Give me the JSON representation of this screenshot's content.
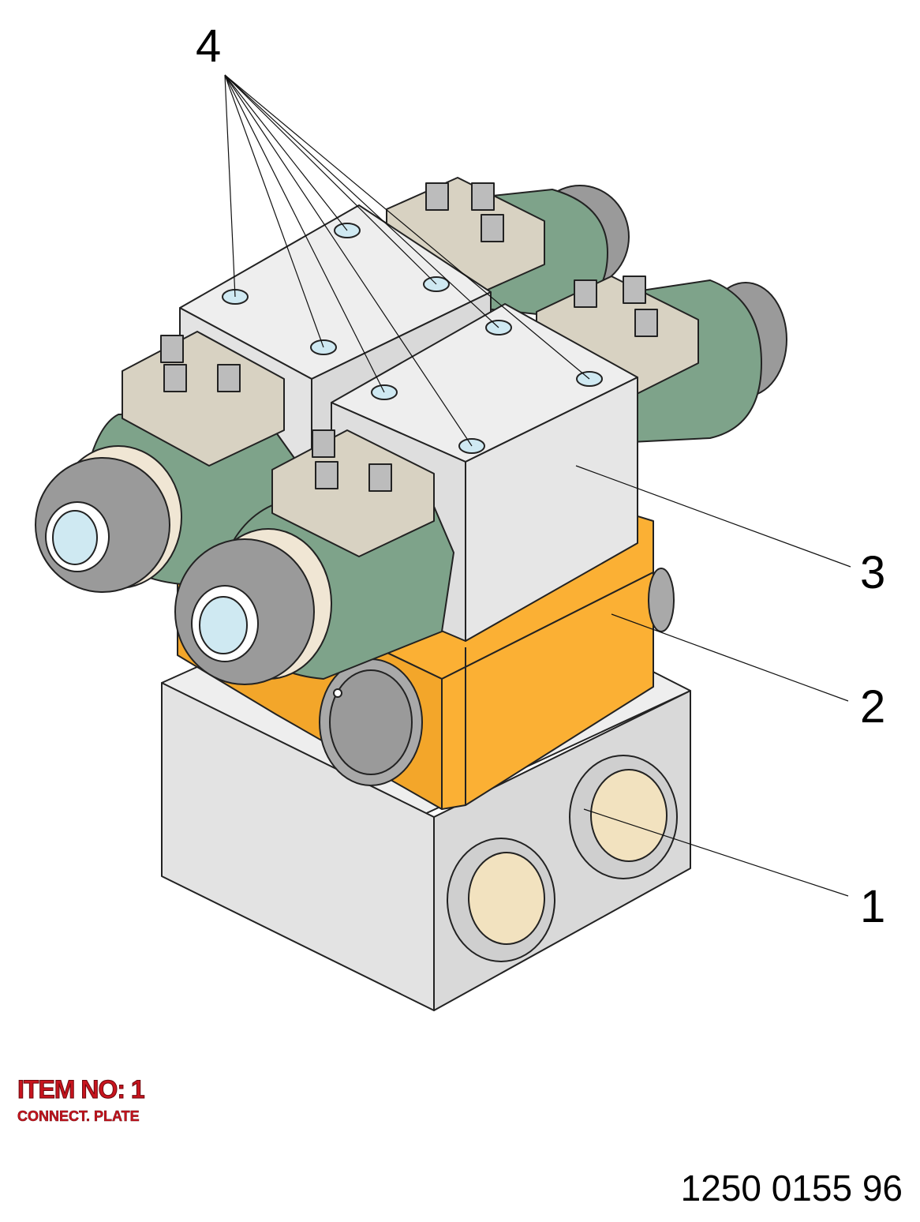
{
  "callouts": [
    "4",
    "3",
    "2",
    "1"
  ],
  "item": {
    "label": "ITEM NO: 1",
    "description": "CONNECT. PLATE"
  },
  "part_number": "1250 0155 96",
  "colors": {
    "body_grey": "#e6e6e6",
    "body_grey_dark": "#cfcfcf",
    "orange": "#fbb034",
    "orange_dark": "#e89a1e",
    "coil_green": "#7ea38a",
    "coil_green_dark": "#5f8670",
    "connector_beige": "#d8d2c2",
    "knob_grey": "#9a9a9a",
    "port_cream": "#f2e2bf",
    "hole_blue": "#cfe9f2",
    "title_red": "#c8141e"
  }
}
